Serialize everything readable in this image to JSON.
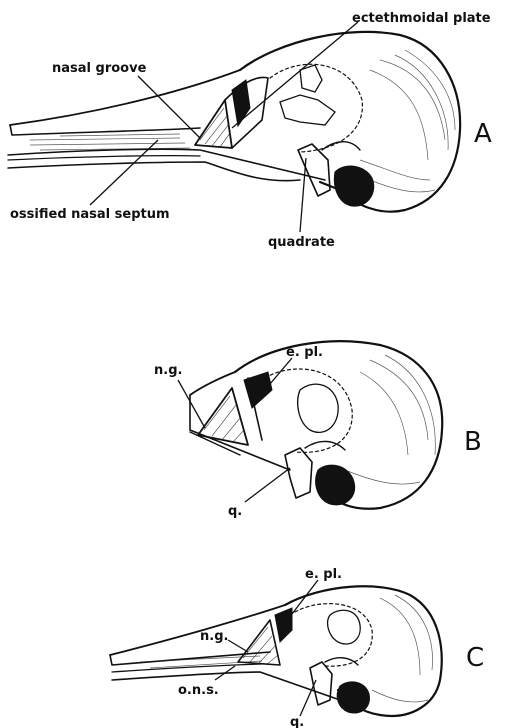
{
  "figure": {
    "panels": [
      {
        "letter": "A",
        "labels": {
          "ectethmoidal_plate": "ectethmoidal plate",
          "nasal_groove": "nasal groove",
          "ossified_nasal_septum": "ossified nasal septum",
          "quadrate": "quadrate"
        }
      },
      {
        "letter": "B",
        "labels": {
          "ectethmoidal_plate": "e. pl.",
          "nasal_groove": "n.g.",
          "quadrate": "q."
        }
      },
      {
        "letter": "C",
        "labels": {
          "ectethmoidal_plate": "e. pl.",
          "nasal_groove": "n.g.",
          "ossified_nasal_septum": "o.n.s.",
          "quadrate": "q."
        }
      }
    ]
  }
}
